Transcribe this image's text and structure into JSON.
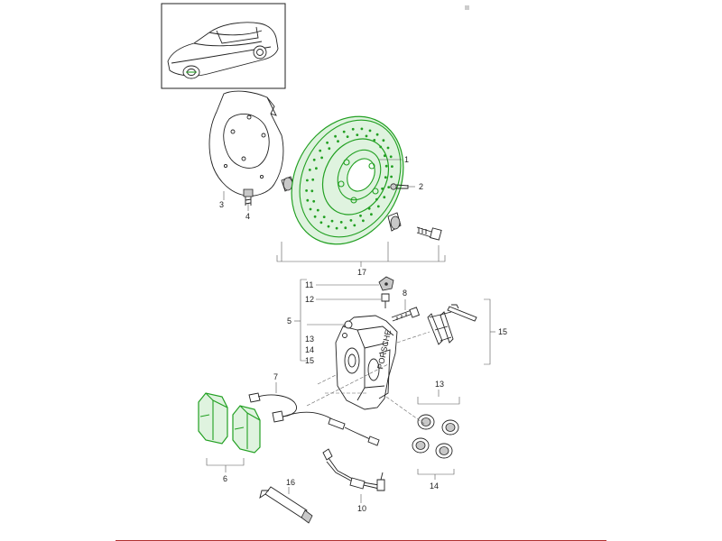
{
  "diagram": {
    "part_numbers": [
      "1",
      "2",
      "3",
      "4",
      "5",
      "6",
      "7",
      "8",
      "10",
      "11",
      "12",
      "13",
      "13",
      "14",
      "14",
      "15",
      "15",
      "16",
      "17"
    ],
    "callouts": {
      "disc": "1",
      "disc_screw": "2",
      "cover_plate": "3",
      "cover_screw": "4",
      "caliper": "5",
      "pads": "6",
      "wear_sensor": "7",
      "caliper_bolt": "8",
      "brake_line": "10",
      "bleed_cap": "11",
      "bleed_valve": "12",
      "caliper_group_13": "13",
      "caliper_group_14": "14",
      "caliper_group_15": "15",
      "piston_seals": "13",
      "piston_kit": "14",
      "spring_clips": "15",
      "grease_tube": "16",
      "disc_assembly": "17"
    },
    "colors": {
      "highlight": "#22a022",
      "highlight_fill": "#dff3df",
      "line": "#222222",
      "footer_rule": "#b03030"
    },
    "top_right_mark": "dot"
  }
}
